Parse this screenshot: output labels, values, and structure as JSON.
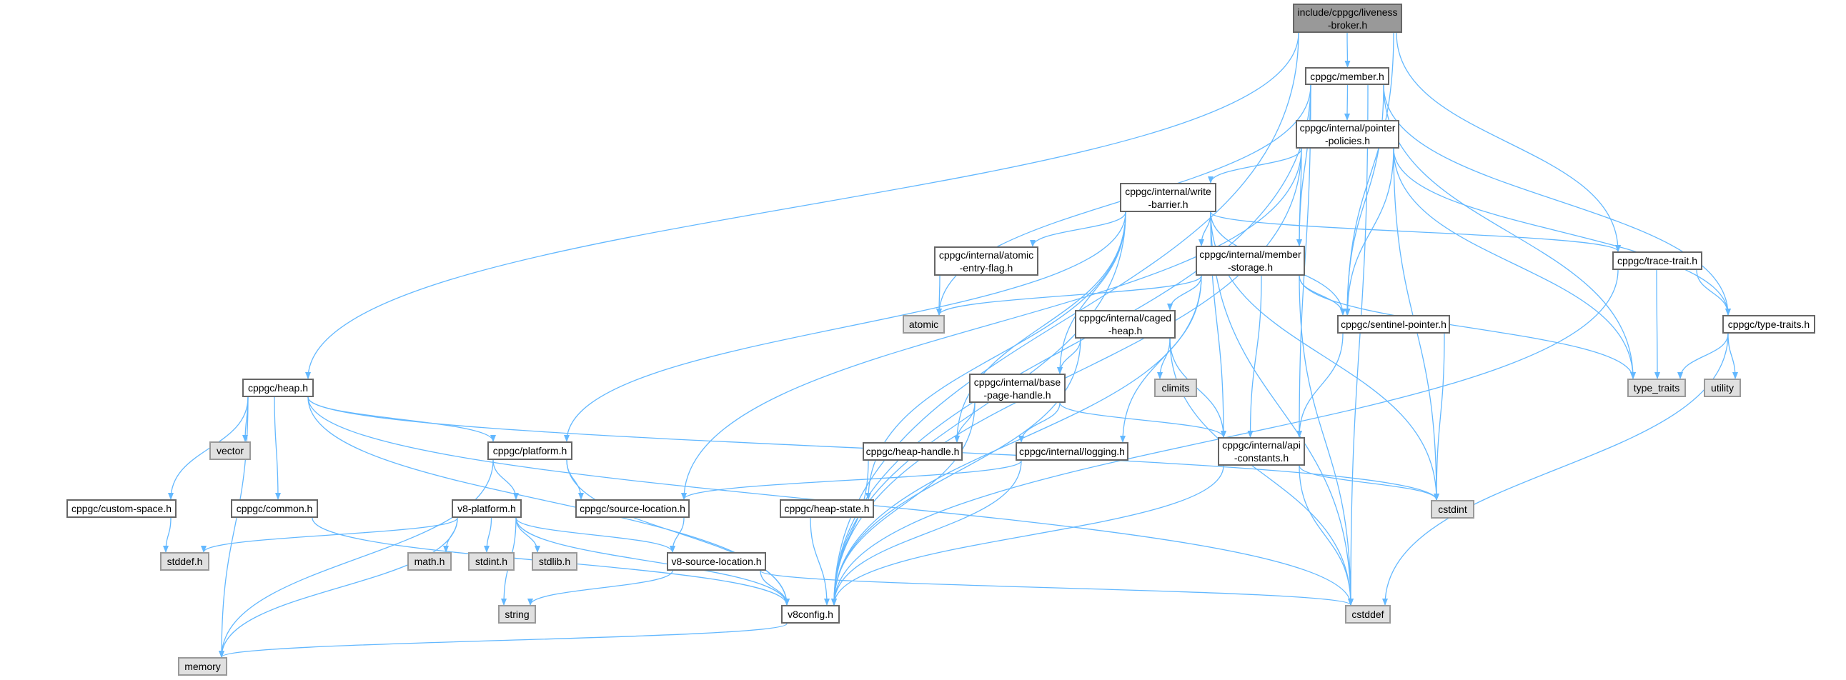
{
  "colors": {
    "edge": "#63b8ff",
    "root_fill": "#999999",
    "system_fill": "#e0e0e0",
    "node_border": "#666666"
  },
  "nodes": {
    "liveness": "include/cppgc/liveness\n-broker.h",
    "member": "cppgc/member.h",
    "policies": "cppgc/internal/pointer\n-policies.h",
    "writebarrier": "cppgc/internal/write\n-barrier.h",
    "atomicflag": "cppgc/internal/atomic\n-entry-flag.h",
    "memberstorage": "cppgc/internal/member\n-storage.h",
    "tracetrait": "cppgc/trace-trait.h",
    "atomic": "atomic",
    "cagedheap": "cppgc/internal/caged\n-heap.h",
    "sentinel": "cppgc/sentinel-pointer.h",
    "typetraitsh": "cppgc/type-traits.h",
    "basepage": "cppgc/internal/base\n-page-handle.h",
    "climits": "climits",
    "type_traits": "type_traits",
    "utility": "utility",
    "heap": "cppgc/heap.h",
    "vector": "vector",
    "platform": "cppgc/platform.h",
    "heaphandle": "cppgc/heap-handle.h",
    "logging": "cppgc/internal/logging.h",
    "api": "cppgc/internal/api\n-constants.h",
    "custom": "cppgc/custom-space.h",
    "common": "cppgc/common.h",
    "v8platform": "v8-platform.h",
    "sourceloc": "cppgc/source-location.h",
    "heapstate": "cppgc/heap-state.h",
    "cstdint": "cstdint",
    "stddef": "stddef.h",
    "math": "math.h",
    "stdint": "stdint.h",
    "stdlib": "stdlib.h",
    "v8srcloc": "v8-source-location.h",
    "string": "string",
    "v8config": "v8config.h",
    "cstddef": "cstddef",
    "memory": "memory"
  },
  "edges": [
    [
      "liveness",
      "heap"
    ],
    [
      "liveness",
      "member"
    ],
    [
      "liveness",
      "sentinel"
    ],
    [
      "liveness",
      "tracetrait"
    ],
    [
      "liveness",
      "v8config"
    ],
    [
      "member",
      "atomic"
    ],
    [
      "member",
      "cstddef"
    ],
    [
      "member",
      "type_traits"
    ],
    [
      "member",
      "api"
    ],
    [
      "member",
      "memberstorage"
    ],
    [
      "member",
      "policies"
    ],
    [
      "member",
      "sentinel"
    ],
    [
      "member",
      "typetraitsh"
    ],
    [
      "member",
      "v8config"
    ],
    [
      "policies",
      "cstdint"
    ],
    [
      "policies",
      "type_traits"
    ],
    [
      "policies",
      "memberstorage"
    ],
    [
      "policies",
      "sentinel"
    ],
    [
      "policies",
      "sourceloc"
    ],
    [
      "policies",
      "typetraitsh"
    ],
    [
      "policies",
      "writebarrier"
    ],
    [
      "policies",
      "v8config"
    ],
    [
      "writebarrier",
      "cstddef"
    ],
    [
      "writebarrier",
      "cstdint"
    ],
    [
      "writebarrier",
      "heaphandle"
    ],
    [
      "writebarrier",
      "heapstate"
    ],
    [
      "writebarrier",
      "api"
    ],
    [
      "writebarrier",
      "atomicflag"
    ],
    [
      "writebarrier",
      "basepage"
    ],
    [
      "writebarrier",
      "memberstorage"
    ],
    [
      "writebarrier",
      "platform"
    ],
    [
      "writebarrier",
      "sentinel"
    ],
    [
      "writebarrier",
      "tracetrait"
    ],
    [
      "writebarrier",
      "v8config"
    ],
    [
      "atomicflag",
      "atomic"
    ],
    [
      "memberstorage",
      "atomic"
    ],
    [
      "memberstorage",
      "cstddef"
    ],
    [
      "memberstorage",
      "type_traits"
    ],
    [
      "memberstorage",
      "api"
    ],
    [
      "memberstorage",
      "cagedheap"
    ],
    [
      "memberstorage",
      "logging"
    ],
    [
      "memberstorage",
      "sentinel"
    ],
    [
      "memberstorage",
      "v8config"
    ],
    [
      "cagedheap",
      "climits"
    ],
    [
      "cagedheap",
      "cstddef"
    ],
    [
      "cagedheap",
      "api"
    ],
    [
      "cagedheap",
      "basepage"
    ],
    [
      "cagedheap",
      "v8config"
    ],
    [
      "basepage",
      "heaphandle"
    ],
    [
      "basepage",
      "api"
    ],
    [
      "basepage",
      "logging"
    ],
    [
      "basepage",
      "v8config"
    ],
    [
      "heaphandle",
      "v8config"
    ],
    [
      "logging",
      "sourceloc"
    ],
    [
      "logging",
      "v8config"
    ],
    [
      "api",
      "cstddef"
    ],
    [
      "api",
      "cstdint"
    ],
    [
      "api",
      "v8config"
    ],
    [
      "sentinel",
      "cstdint"
    ],
    [
      "sentinel",
      "api"
    ],
    [
      "tracetrait",
      "type_traits"
    ],
    [
      "tracetrait",
      "typetraitsh"
    ],
    [
      "tracetrait",
      "v8config"
    ],
    [
      "typetraitsh",
      "cstddef"
    ],
    [
      "typetraitsh",
      "type_traits"
    ],
    [
      "typetraitsh",
      "utility"
    ],
    [
      "heap",
      "cstddef"
    ],
    [
      "heap",
      "cstdint"
    ],
    [
      "heap",
      "memory"
    ],
    [
      "heap",
      "vector"
    ],
    [
      "heap",
      "common"
    ],
    [
      "heap",
      "custom"
    ],
    [
      "heap",
      "platform"
    ],
    [
      "heap",
      "v8config"
    ],
    [
      "platform",
      "memory"
    ],
    [
      "platform",
      "sourceloc"
    ],
    [
      "platform",
      "v8platform"
    ],
    [
      "platform",
      "v8config"
    ],
    [
      "custom",
      "stddef"
    ],
    [
      "common",
      "v8config"
    ],
    [
      "v8platform",
      "math"
    ],
    [
      "v8platform",
      "stddef"
    ],
    [
      "v8platform",
      "stdint"
    ],
    [
      "v8platform",
      "stdlib"
    ],
    [
      "v8platform",
      "memory"
    ],
    [
      "v8platform",
      "string"
    ],
    [
      "v8platform",
      "v8srcloc"
    ],
    [
      "v8platform",
      "v8config"
    ],
    [
      "sourceloc",
      "v8srcloc"
    ],
    [
      "heapstate",
      "v8config"
    ],
    [
      "v8srcloc",
      "cstddef"
    ],
    [
      "v8srcloc",
      "string"
    ],
    [
      "v8srcloc",
      "v8config"
    ],
    [
      "v8config",
      "memory"
    ]
  ]
}
